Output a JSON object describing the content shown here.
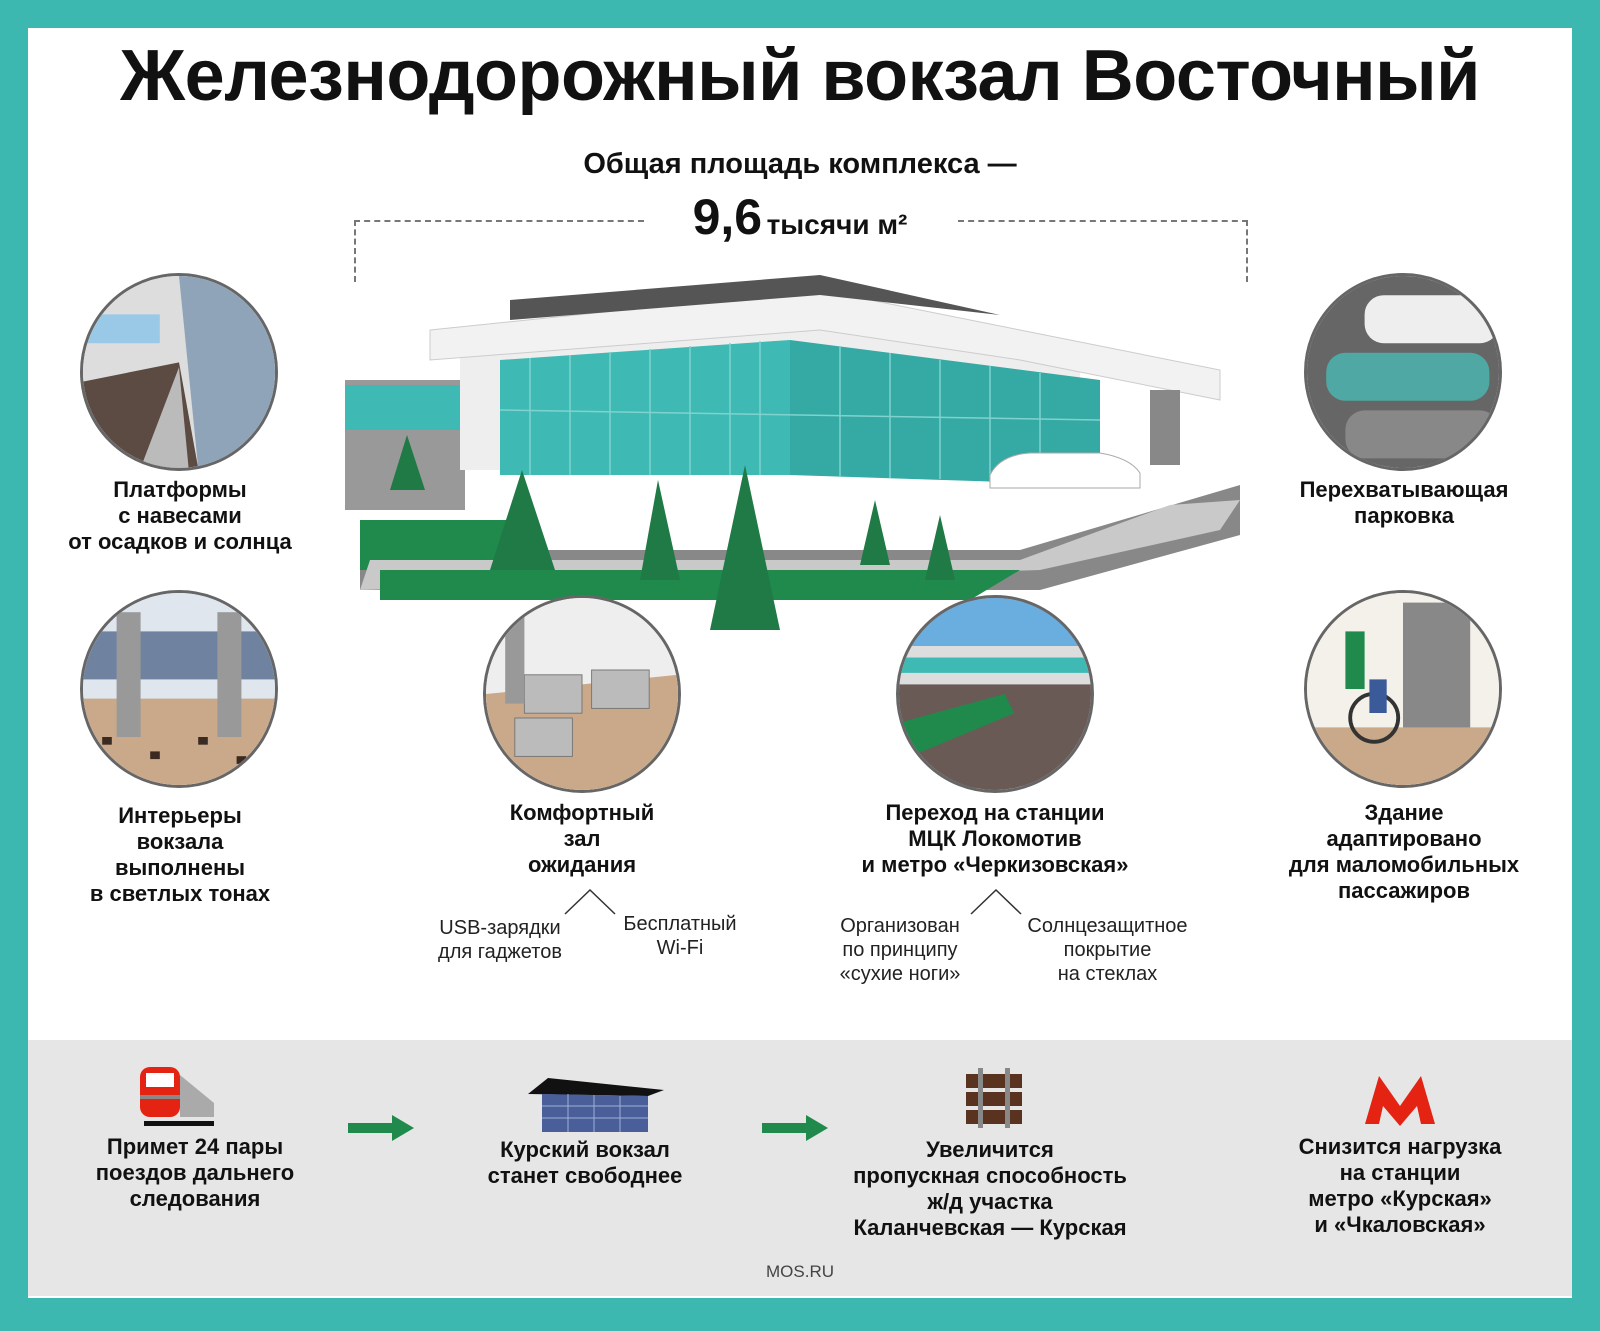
{
  "title": "Железнодорожный вокзал Восточный",
  "area": {
    "label": "Общая площадь комплекса —",
    "value": "9,6",
    "unit": "тысячи м²"
  },
  "features": [
    {
      "icon": "platform-icon",
      "label": "Платформы\nс навесами\nот осадков и солнца"
    },
    {
      "icon": "parking-icon",
      "label": "Перехватывающая\nпарковка"
    },
    {
      "icon": "interior-icon",
      "label": "Интерьеры\nвокзала\nвыполнены\nв светлых тонах"
    },
    {
      "icon": "waiting-hall-icon",
      "label": "Комфортный\nзал\nожидания",
      "details": [
        "USB-зарядки\nдля гаджетов",
        "Бесплатный\nWi-Fi"
      ]
    },
    {
      "icon": "transfer-icon",
      "label": "Переход на станции\nМЦК Локомотив\nи метро «Черкизовская»",
      "details": [
        "Организован\nпо принципу\n«сухие ноги»",
        "Солнцезащитное\nпокрытие\nна стеклах"
      ]
    },
    {
      "icon": "accessibility-icon",
      "label": "Здание\nадаптировано\nдля маломобильных\nпассажиров"
    }
  ],
  "effects": [
    {
      "icon": "train-icon",
      "label": "Примет 24 пары\nпоездов дальнего\nследования"
    },
    {
      "icon": "station-building-icon",
      "label": "Курский вокзал\nстанет свободнее"
    },
    {
      "icon": "rails-icon",
      "label": "Увеличится\nпропускная способность\nж/д участка\nКаланчевская — Курская"
    },
    {
      "icon": "metro-icon",
      "label": "Снизится нагрузка\nна станции\nметро «Курская»\nи «Чкаловская»"
    }
  ],
  "source": "MOS.RU",
  "colors": {
    "frame": "#3db8b0",
    "glass": "#3fb9b3",
    "green": "#1f8a4c",
    "red": "#e42313",
    "band": "#e6e6e6"
  }
}
